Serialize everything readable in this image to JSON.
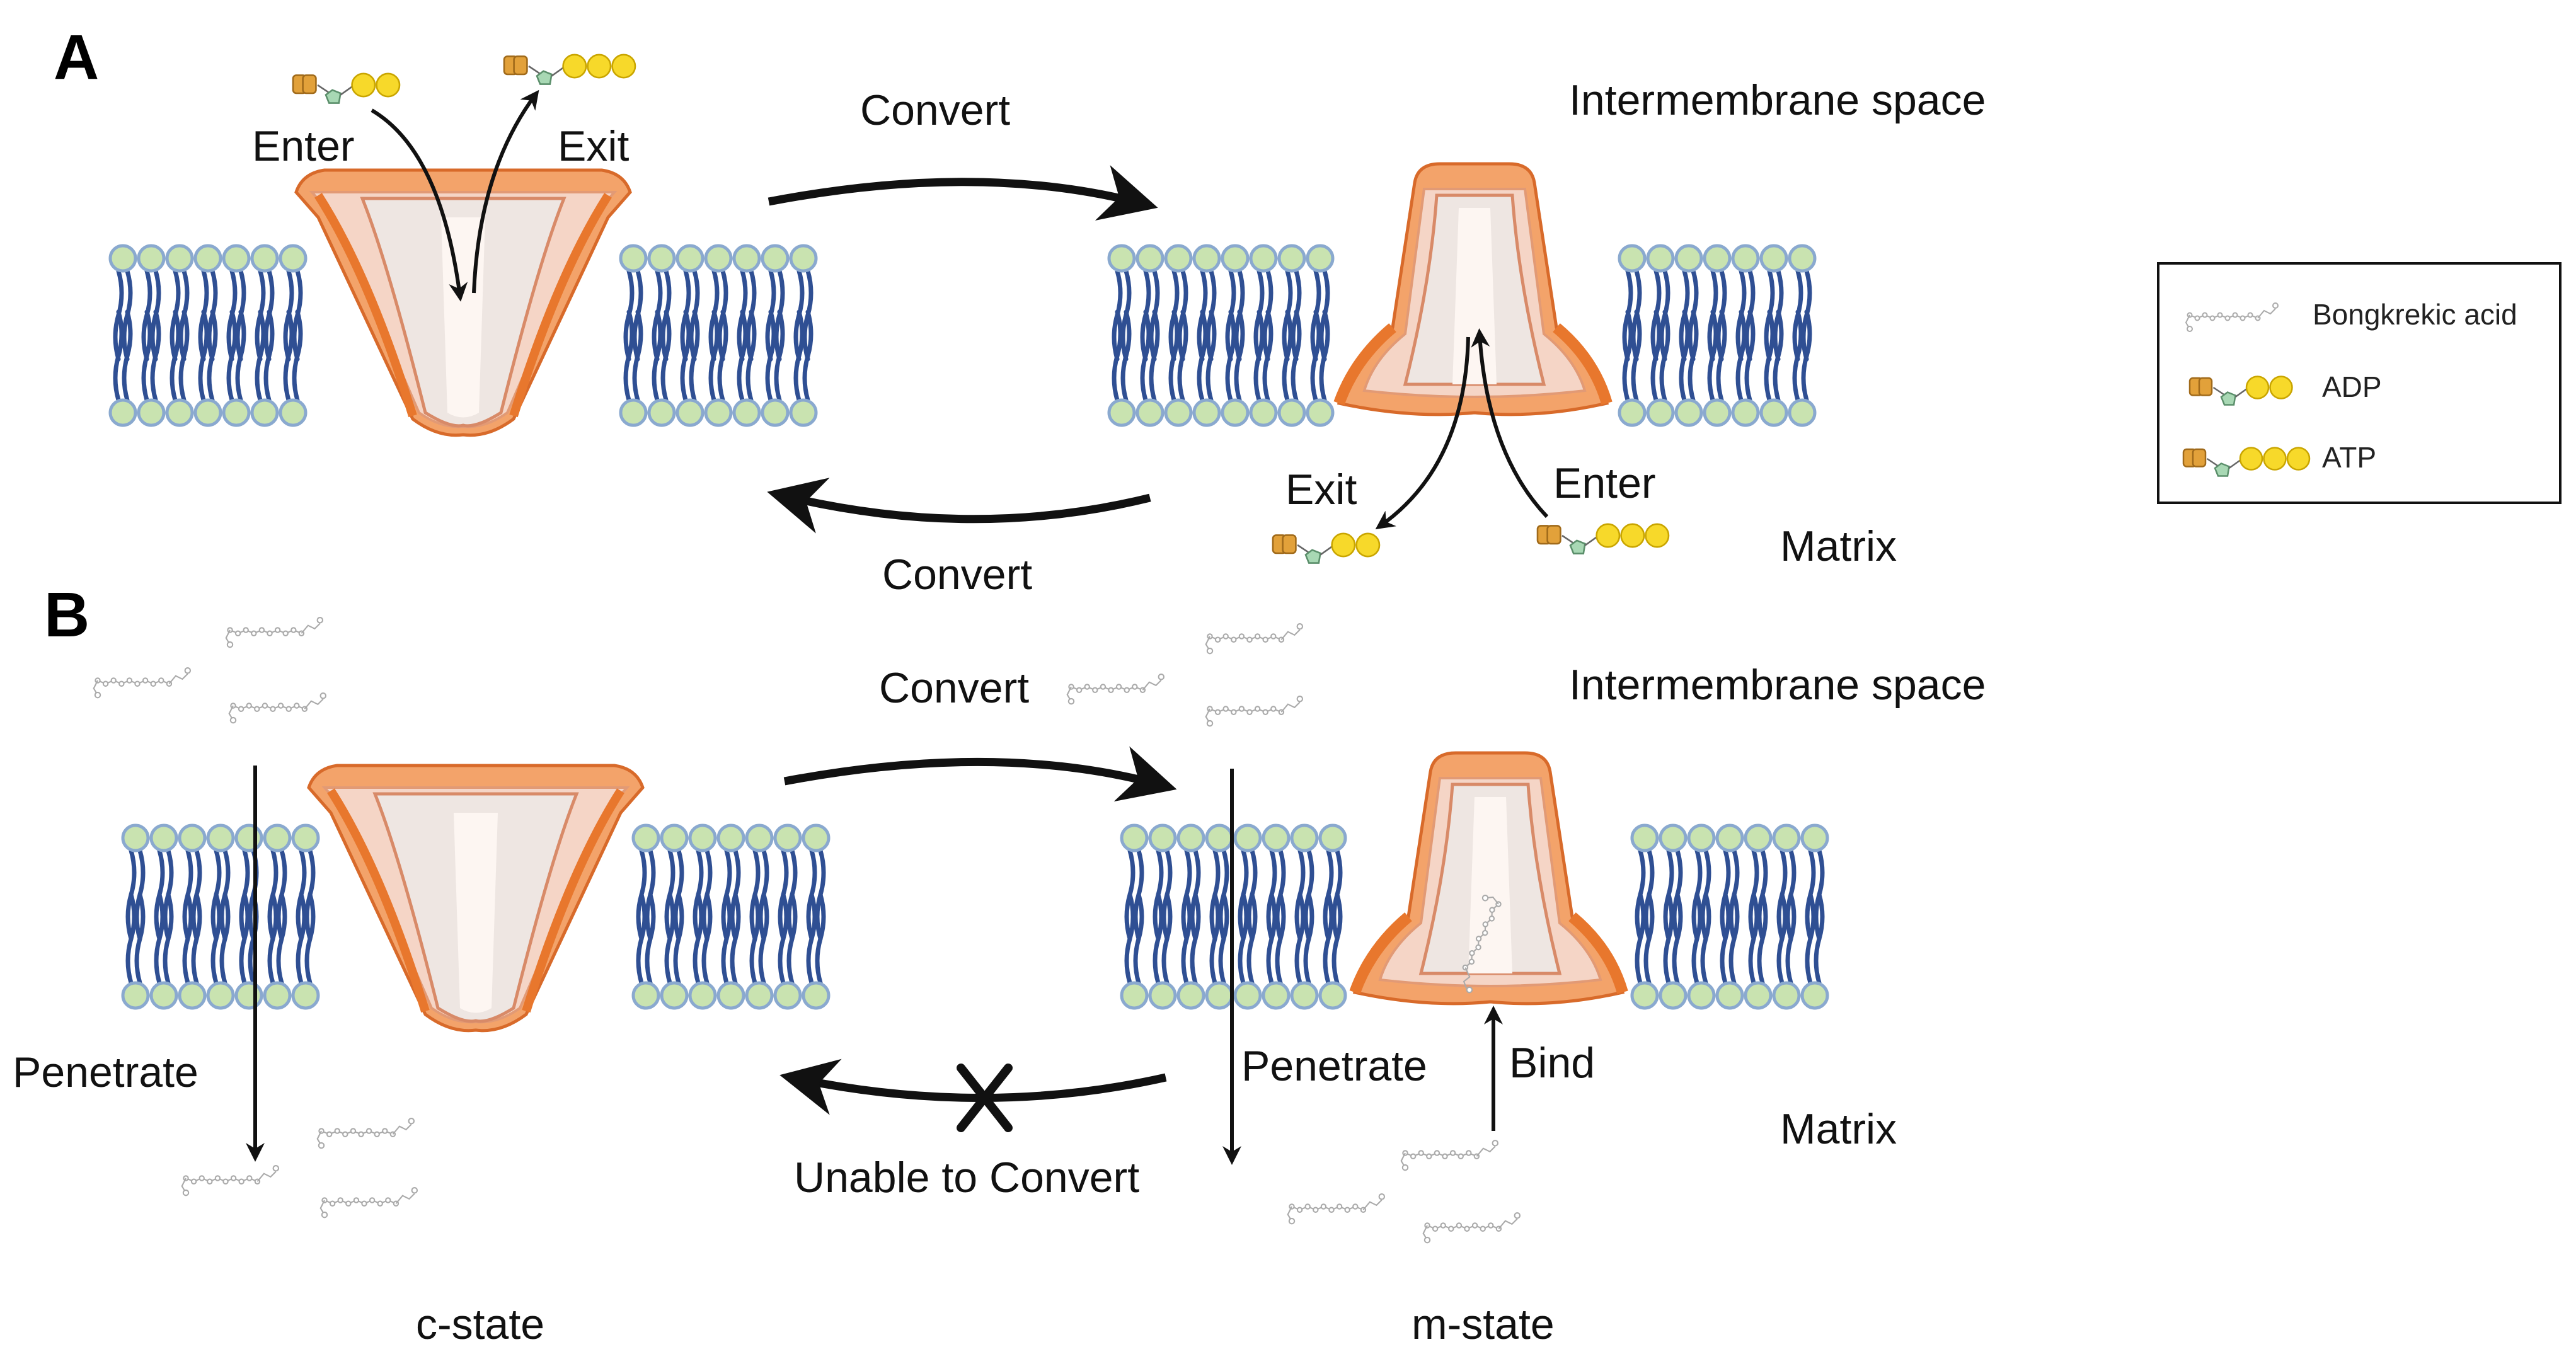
{
  "panels": {
    "a": "A",
    "b": "B"
  },
  "labels": {
    "enter": "Enter",
    "exit": "Exit",
    "convert": "Convert",
    "intermembrane_space": "Intermembrane space",
    "matrix": "Matrix",
    "penetrate": "Penetrate",
    "bind": "Bind",
    "unable_to_convert": "Unable to Convert",
    "c_state": "c-state",
    "m_state": "m-state"
  },
  "legend": {
    "bongkrekic_acid": "Bongkrekic acid",
    "adp": "ADP",
    "atp": "ATP"
  },
  "colors": {
    "lipid_head": "#c9e3b0",
    "lipid_head_stroke": "#8aa9cf",
    "lipid_tail": "#2f4f93",
    "protein_outer": "#f3a36a",
    "protein_dark": "#e8772d",
    "protein_inner": "#f5d5c6",
    "protein_core": "#fdf3ee",
    "phosphate": "#f7d92a",
    "adenine": "#e2a13a",
    "ribose": "#a8d8b4",
    "ba_molecule": "#aaaaaa"
  },
  "icons": {
    "membrane": "lipid-bilayer-icon",
    "carrier": "adp-atp-carrier-icon",
    "ba": "bongkrekic-acid-molecule-icon",
    "adp": "adp-molecule-icon",
    "atp": "atp-molecule-icon",
    "block": "cross-mark-icon"
  }
}
